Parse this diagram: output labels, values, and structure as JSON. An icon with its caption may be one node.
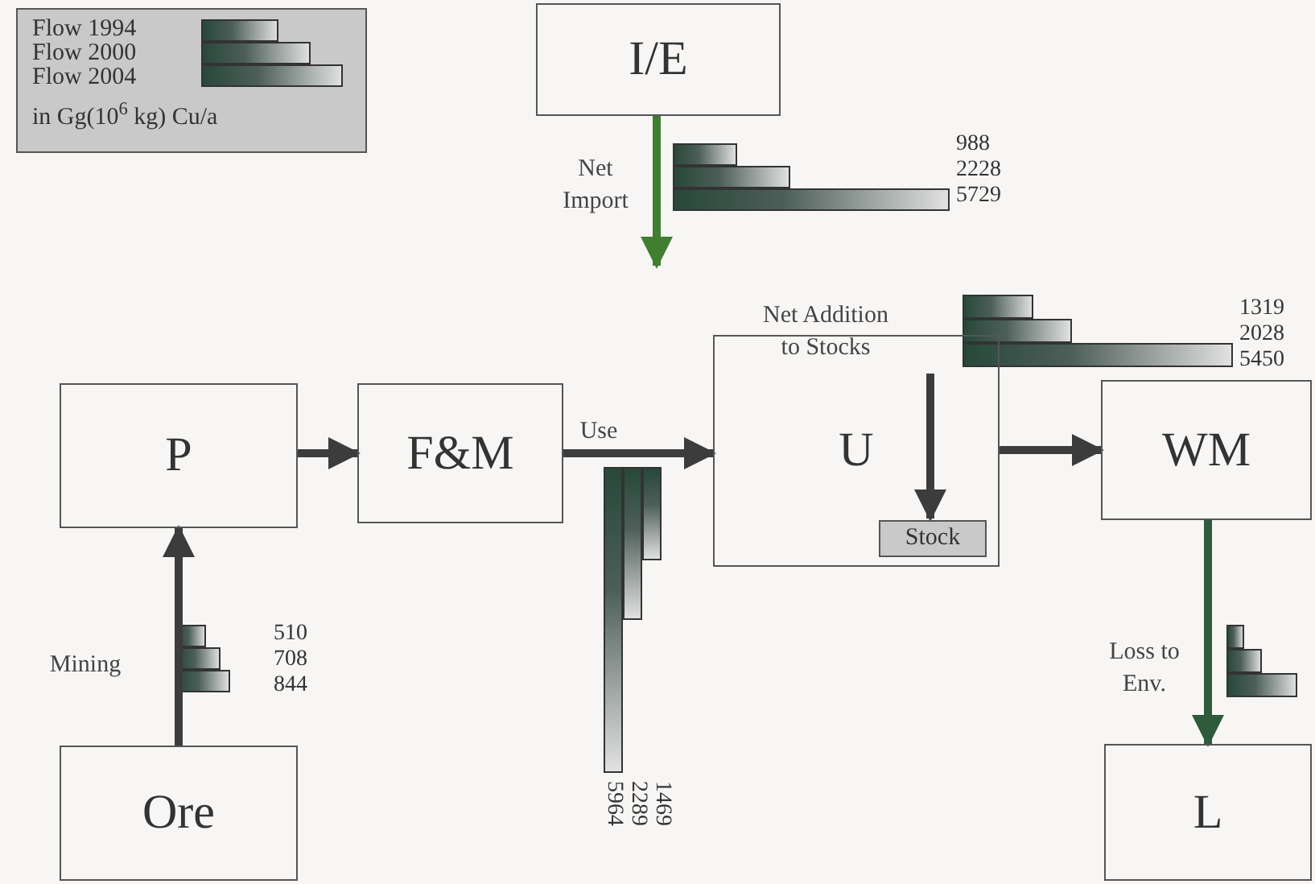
{
  "diagram": {
    "nodes": [
      {
        "text": [
          "I/E"
        ]
      },
      {
        "text": [
          "P"
        ]
      },
      {
        "text": [
          "F&M"
        ]
      },
      {
        "text": [
          "U"
        ]
      },
      {
        "text": [
          "Stock"
        ],
        "in": 3
      },
      {
        "text": [
          "WM"
        ]
      },
      {
        "text": [
          "Ore"
        ]
      },
      {
        "text": [
          "L"
        ]
      }
    ],
    "edges": [
      {
        "from": 0,
        "to": null,
        "arrow": "to",
        "label": "Net Import",
        "color": "#3f7f2f"
      },
      {
        "from": 1,
        "to": 2,
        "arrow": "to"
      },
      {
        "from": 2,
        "to": 3,
        "arrow": "to",
        "label": "Use"
      },
      {
        "from": 3,
        "to": 5,
        "arrow": "to"
      },
      {
        "from": 6,
        "to": 1,
        "arrow": "to",
        "label": "Mining"
      },
      {
        "from": null,
        "to": 4,
        "arrow": "to",
        "label": "Net Addition to Stocks"
      },
      {
        "from": 5,
        "to": 7,
        "arrow": "to",
        "label": "Loss to Env.",
        "color": "#2f5a3c"
      }
    ],
    "labels": [
      "in Gg(10$^{6}$ kg) Cu/a",
      "988",
      "2228",
      "5729",
      "1319",
      "2028",
      "5450",
      "510",
      "708",
      "844",
      "1469",
      "2289",
      "5964"
    ],
    "legend": [
      {
        "text": "Flow 1994"
      },
      {
        "text": "Flow 2000"
      },
      {
        "text": "Flow 2004"
      }
    ]
  }
}
